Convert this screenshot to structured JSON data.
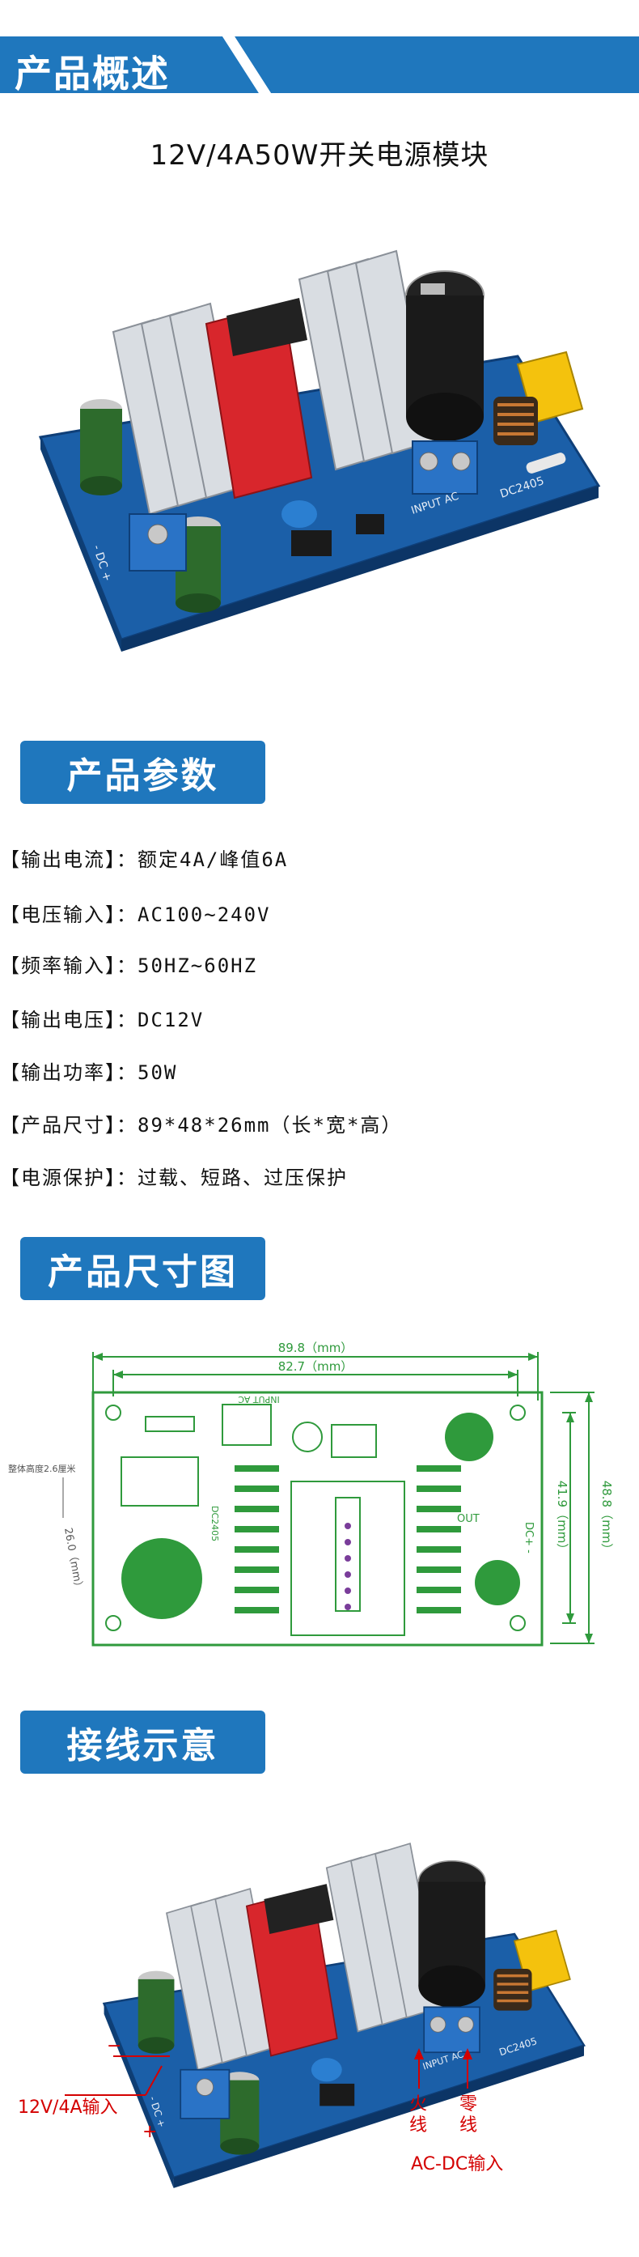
{
  "overview": {
    "title": "产品概述",
    "product_name": "12V/4A50W开关电源模块"
  },
  "params": {
    "title": "产品参数",
    "rows": [
      {
        "label": "【输出电流】：",
        "value": "额定4A/峰值6A"
      },
      {
        "label": "【电压输入】：",
        "value": "AC100~240V"
      },
      {
        "label": "【频率输入】：",
        "value": "50HZ~60HZ"
      },
      {
        "label": "【输出电压】：",
        "value": "DC12V"
      },
      {
        "label": "【输出功率】：",
        "value": "50W"
      },
      {
        "label": "【产品尺寸】：",
        "value": "89*48*26mm（长*宽*高）"
      },
      {
        "label": "【电源保护】：",
        "value": "过载、短路、过压保护"
      }
    ]
  },
  "dimensions": {
    "title": "产品尺寸图",
    "total_length": "89.8（mm）",
    "hole_length": "82.7（mm）",
    "total_width": "48.8（mm）",
    "hole_width": "41.9（mm）",
    "height_note": "整体高度2.6厘米",
    "diameter_note": "26.0（mm）",
    "board_labels": {
      "input": "INPUT AC",
      "out": "OUT",
      "dc": "DC+ -",
      "model": "DC2405"
    }
  },
  "wiring": {
    "title": "接线示意",
    "output_label": "12V/4A输入",
    "minus": "−",
    "plus": "+",
    "live": "火\n线",
    "neutral": "零\n线",
    "ac_label": "AC-DC输入",
    "board_labels": {
      "input": "INPUT AC",
      "model": "DC2405",
      "dc": "- DC +"
    }
  },
  "colors": {
    "accent": "#1f77bd",
    "pcb": "#1b5fa8",
    "drawing": "#2f9a3c",
    "annotation": "#d40000"
  }
}
